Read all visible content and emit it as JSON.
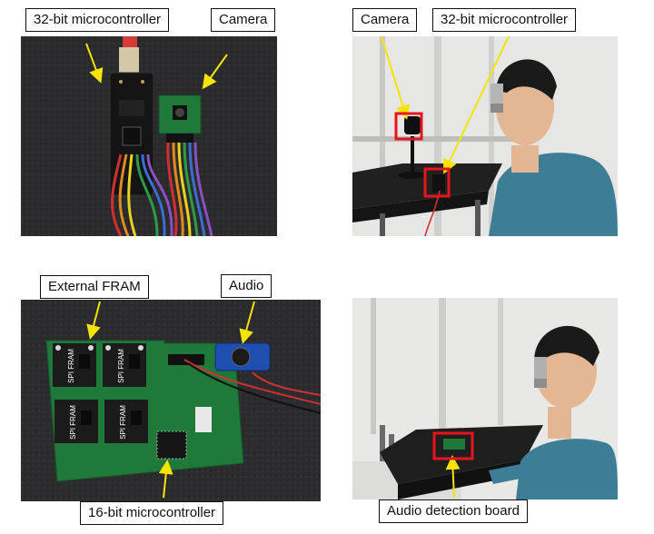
{
  "panels": {
    "top_left": {
      "labels": [
        "32-bit microcontroller",
        "Camera"
      ]
    },
    "top_right": {
      "labels": [
        "Camera",
        "32-bit microcontroller"
      ]
    },
    "bottom_left": {
      "labels": [
        "External FRAM",
        "Audio",
        "16-bit microcontroller"
      ]
    },
    "bottom_right": {
      "labels": [
        "Audio detection board"
      ]
    }
  },
  "board": {
    "chip_text": "SPI FRAM"
  },
  "colors": {
    "arrow": "#f5e400",
    "highlight_box": "#e8141c",
    "pcb": "#1f7a3a"
  }
}
